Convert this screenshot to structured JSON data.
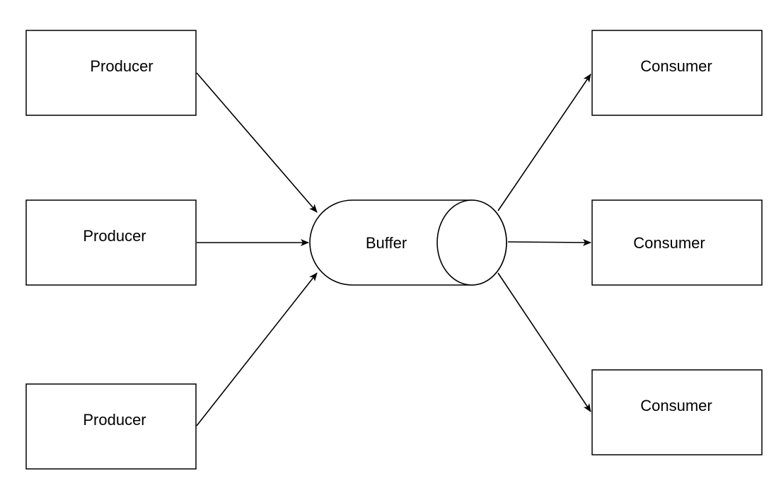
{
  "diagram": {
    "type": "producer-consumer",
    "producers": [
      {
        "label": "Producer"
      },
      {
        "label": "Producer"
      },
      {
        "label": "Producer"
      }
    ],
    "buffer": {
      "label": "Buffer"
    },
    "consumers": [
      {
        "label": "Consumer"
      },
      {
        "label": "Consumer"
      },
      {
        "label": "Consumer"
      }
    ],
    "colors": {
      "stroke": "#000000",
      "fill": "#ffffff",
      "background": "#ffffff"
    }
  }
}
